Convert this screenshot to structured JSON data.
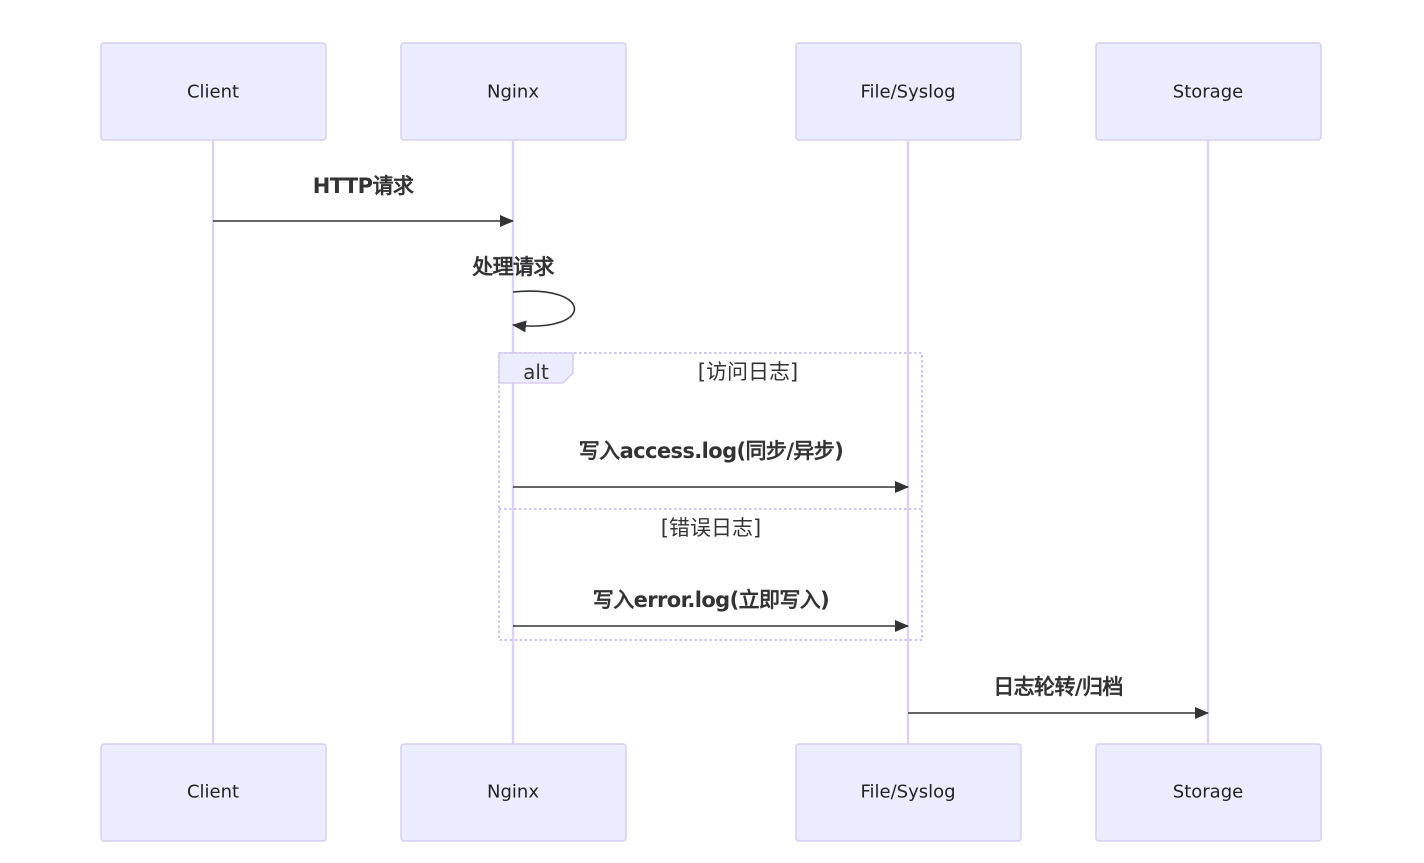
{
  "participants": [
    {
      "id": "client",
      "label": "Client"
    },
    {
      "id": "nginx",
      "label": "Nginx"
    },
    {
      "id": "file",
      "label": "File/Syslog"
    },
    {
      "id": "storage",
      "label": "Storage"
    }
  ],
  "messages": [
    {
      "from": "client",
      "to": "nginx",
      "text": "HTTP请求"
    },
    {
      "from": "nginx",
      "to": "nginx",
      "text": "处理请求",
      "self": true
    },
    {
      "from": "nginx",
      "to": "file",
      "text": "写入access.log(同步/异步)"
    },
    {
      "from": "nginx",
      "to": "file",
      "text": "写入error.log(立即写入)"
    },
    {
      "from": "file",
      "to": "storage",
      "text": "日志轮转/归档"
    }
  ],
  "alt_frame": {
    "keyword": "alt",
    "conditions": [
      "[访问日志]",
      "[错误日志]"
    ]
  },
  "colors": {
    "actor_fill": "#ececff",
    "actor_border": "#d6cfee",
    "lifeline": "#ddd2f1",
    "message": "#333333",
    "frame_border": "#cfc5ee"
  }
}
